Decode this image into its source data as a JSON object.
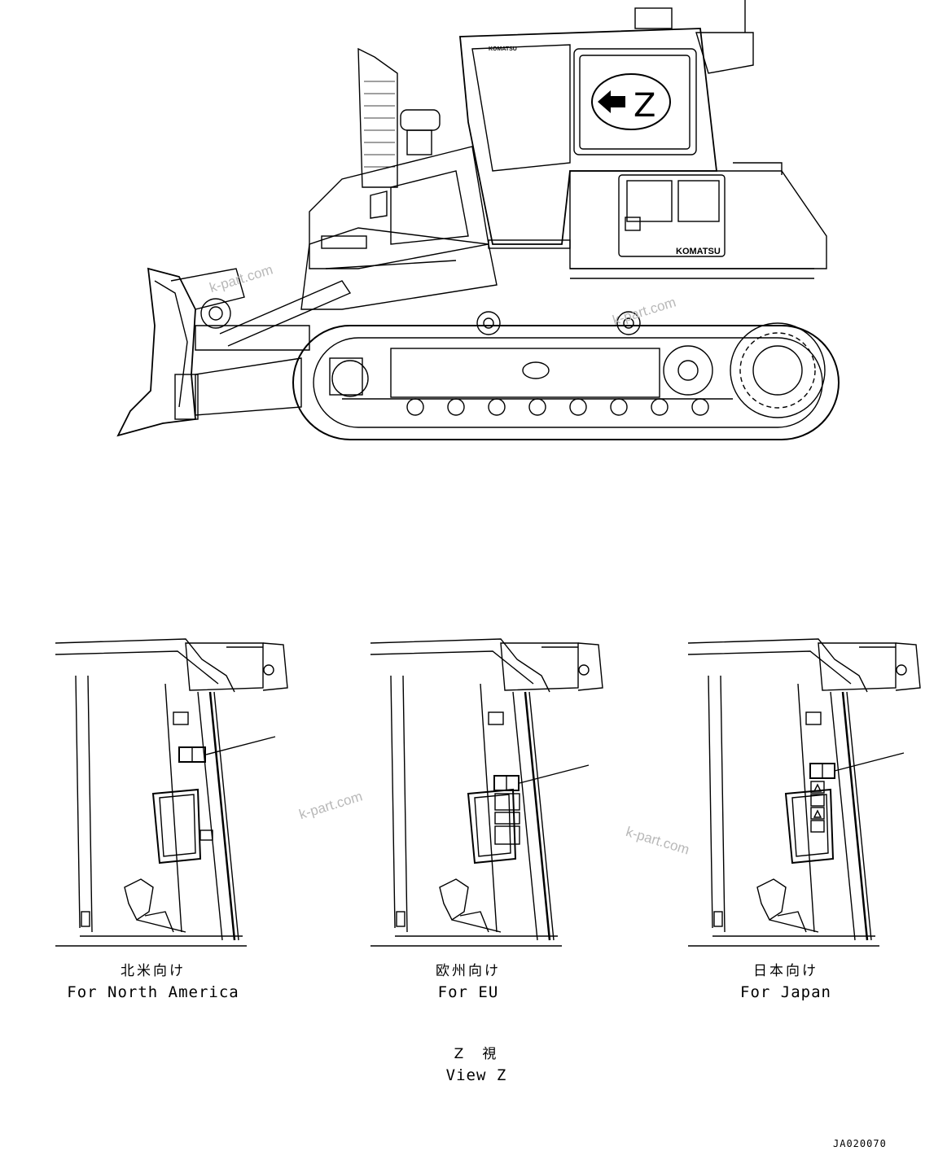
{
  "drawing": {
    "cab_view_marker": "Z",
    "brand_label": "KOMATSU"
  },
  "views": [
    {
      "jp": "北米向け",
      "en": "For North America"
    },
    {
      "jp": "欧州向け",
      "en": "For EU"
    },
    {
      "jp": "日本向け",
      "en": "For Japan"
    }
  ],
  "view_caption": {
    "jp": "Z　視",
    "en": "View Z"
  },
  "watermark": "k-part.com",
  "drawing_code": "JA020070"
}
